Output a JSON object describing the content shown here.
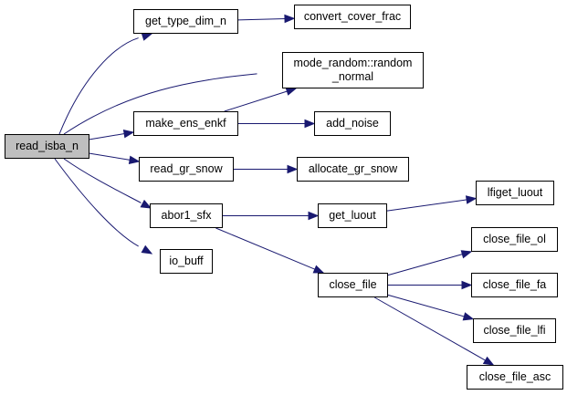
{
  "diagram": {
    "edge_color": "#191970",
    "root_fill": "#bfbfbf",
    "node_fill": "#ffffff",
    "nodes": {
      "read_isba_n": "read_isba_n",
      "get_type_dim_n": "get_type_dim_n",
      "convert_cover_frac": "convert_cover_frac",
      "mode_random_normal": "mode_random::random\n_normal",
      "make_ens_enkf": "make_ens_enkf",
      "add_noise": "add_noise",
      "read_gr_snow": "read_gr_snow",
      "allocate_gr_snow": "allocate_gr_snow",
      "abor1_sfx": "abor1_sfx",
      "get_luout": "get_luout",
      "lfiget_luout": "lfiget_luout",
      "io_buff": "io_buff",
      "close_file": "close_file",
      "close_file_ol": "close_file_ol",
      "close_file_fa": "close_file_fa",
      "close_file_lfi": "close_file_lfi",
      "close_file_asc": "close_file_asc"
    },
    "edges": [
      [
        "read_isba_n",
        "get_type_dim_n"
      ],
      [
        "read_isba_n",
        "mode_random_normal"
      ],
      [
        "read_isba_n",
        "make_ens_enkf"
      ],
      [
        "read_isba_n",
        "read_gr_snow"
      ],
      [
        "read_isba_n",
        "abor1_sfx"
      ],
      [
        "read_isba_n",
        "io_buff"
      ],
      [
        "get_type_dim_n",
        "convert_cover_frac"
      ],
      [
        "make_ens_enkf",
        "mode_random_normal"
      ],
      [
        "make_ens_enkf",
        "add_noise"
      ],
      [
        "read_gr_snow",
        "allocate_gr_snow"
      ],
      [
        "abor1_sfx",
        "get_luout"
      ],
      [
        "abor1_sfx",
        "close_file"
      ],
      [
        "get_luout",
        "lfiget_luout"
      ],
      [
        "close_file",
        "close_file_ol"
      ],
      [
        "close_file",
        "close_file_fa"
      ],
      [
        "close_file",
        "close_file_lfi"
      ],
      [
        "close_file",
        "close_file_asc"
      ]
    ]
  }
}
